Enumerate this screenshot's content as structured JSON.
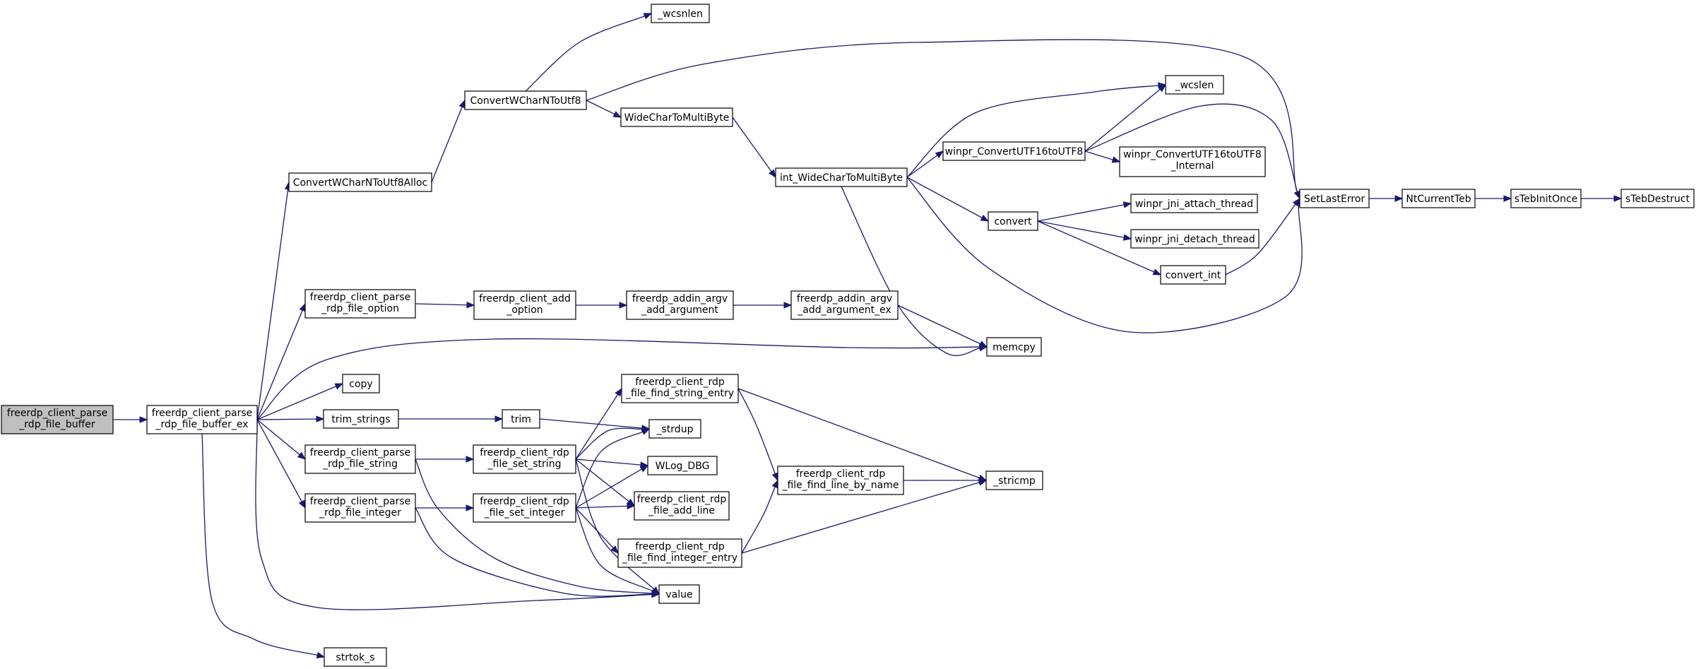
{
  "colors": {
    "edge": "#191970",
    "node_border": "#000000",
    "root_fill": "#bfbfbf",
    "node_fill": "#ffffff"
  },
  "nodes": [
    {
      "id": "root",
      "lines": [
        "freerdp_client_parse",
        "_rdp_file_buffer"
      ],
      "highlight": true
    },
    {
      "id": "ex",
      "lines": [
        "freerdp_client_parse",
        "_rdp_file_buffer_ex"
      ]
    },
    {
      "id": "cw8alloc",
      "lines": [
        "ConvertWCharNToUtf8Alloc"
      ]
    },
    {
      "id": "cw8",
      "lines": [
        "ConvertWCharNToUtf8"
      ]
    },
    {
      "id": "wcsnlen",
      "lines": [
        "_wcsnlen"
      ]
    },
    {
      "id": "wc2mb",
      "lines": [
        "WideCharToMultiByte"
      ]
    },
    {
      "id": "intwc2mb",
      "lines": [
        "int_WideCharToMultiByte"
      ]
    },
    {
      "id": "wcslen",
      "lines": [
        "_wcslen"
      ]
    },
    {
      "id": "conv16",
      "lines": [
        "winpr_ConvertUTF16toUTF8"
      ]
    },
    {
      "id": "conv16int",
      "lines": [
        "winpr_ConvertUTF16toUTF8",
        "_Internal"
      ]
    },
    {
      "id": "convert",
      "lines": [
        "convert"
      ]
    },
    {
      "id": "attach",
      "lines": [
        "winpr_jni_attach_thread"
      ]
    },
    {
      "id": "detach",
      "lines": [
        "winpr_jni_detach_thread"
      ]
    },
    {
      "id": "convint",
      "lines": [
        "convert_int"
      ]
    },
    {
      "id": "setlasterror",
      "lines": [
        "SetLastError"
      ]
    },
    {
      "id": "ntteb",
      "lines": [
        "NtCurrentTeb"
      ]
    },
    {
      "id": "stebinit",
      "lines": [
        "sTebInitOnce"
      ]
    },
    {
      "id": "stebdestruct",
      "lines": [
        "sTebDestruct"
      ]
    },
    {
      "id": "parseopt",
      "lines": [
        "freerdp_client_parse",
        "_rdp_file_option"
      ]
    },
    {
      "id": "addopt",
      "lines": [
        "freerdp_client_add",
        "_option"
      ]
    },
    {
      "id": "addarg",
      "lines": [
        "freerdp_addin_argv",
        "_add_argument"
      ]
    },
    {
      "id": "addargex",
      "lines": [
        "freerdp_addin_argv",
        "_add_argument_ex"
      ]
    },
    {
      "id": "memcpy",
      "lines": [
        "memcpy"
      ]
    },
    {
      "id": "copy",
      "lines": [
        "copy"
      ]
    },
    {
      "id": "trimstrings",
      "lines": [
        "trim_strings"
      ]
    },
    {
      "id": "trim",
      "lines": [
        "trim"
      ]
    },
    {
      "id": "strdup",
      "lines": [
        "_strdup"
      ]
    },
    {
      "id": "parsestr",
      "lines": [
        "freerdp_client_parse",
        "_rdp_file_string"
      ]
    },
    {
      "id": "setstr",
      "lines": [
        "freerdp_client_rdp",
        "_file_set_string"
      ]
    },
    {
      "id": "findstr",
      "lines": [
        "freerdp_client_rdp",
        "_file_find_string_entry"
      ]
    },
    {
      "id": "wlog",
      "lines": [
        "WLog_DBG"
      ]
    },
    {
      "id": "addline",
      "lines": [
        "freerdp_client_rdp",
        "_file_add_line"
      ]
    },
    {
      "id": "findline",
      "lines": [
        "freerdp_client_rdp",
        "_file_find_line_by_name"
      ]
    },
    {
      "id": "stricmp",
      "lines": [
        "_stricmp"
      ]
    },
    {
      "id": "parseint",
      "lines": [
        "freerdp_client_parse",
        "_rdp_file_integer"
      ]
    },
    {
      "id": "setint",
      "lines": [
        "freerdp_client_rdp",
        "_file_set_integer"
      ]
    },
    {
      "id": "findint",
      "lines": [
        "freerdp_client_rdp",
        "_file_find_integer_entry"
      ]
    },
    {
      "id": "value",
      "lines": [
        "value"
      ]
    },
    {
      "id": "strtok",
      "lines": [
        "strtok_s"
      ]
    }
  ],
  "edges": [
    [
      "root",
      "ex"
    ],
    [
      "ex",
      "cw8alloc"
    ],
    [
      "ex",
      "parseopt"
    ],
    [
      "ex",
      "memcpy"
    ],
    [
      "ex",
      "copy"
    ],
    [
      "ex",
      "trimstrings"
    ],
    [
      "ex",
      "parsestr"
    ],
    [
      "ex",
      "parseint"
    ],
    [
      "ex",
      "value"
    ],
    [
      "ex",
      "strtok"
    ],
    [
      "cw8alloc",
      "cw8"
    ],
    [
      "cw8",
      "wcsnlen"
    ],
    [
      "cw8",
      "setlasterror"
    ],
    [
      "cw8",
      "wc2mb"
    ],
    [
      "wc2mb",
      "intwc2mb"
    ],
    [
      "intwc2mb",
      "wcslen"
    ],
    [
      "intwc2mb",
      "conv16"
    ],
    [
      "intwc2mb",
      "convert"
    ],
    [
      "intwc2mb",
      "setlasterror"
    ],
    [
      "intwc2mb",
      "memcpy"
    ],
    [
      "conv16",
      "wcslen"
    ],
    [
      "conv16",
      "setlasterror"
    ],
    [
      "conv16",
      "conv16int"
    ],
    [
      "convert",
      "attach"
    ],
    [
      "convert",
      "detach"
    ],
    [
      "convert",
      "convint"
    ],
    [
      "convint",
      "setlasterror"
    ],
    [
      "setlasterror",
      "ntteb"
    ],
    [
      "ntteb",
      "stebinit"
    ],
    [
      "stebinit",
      "stebdestruct"
    ],
    [
      "parseopt",
      "addopt"
    ],
    [
      "addopt",
      "addarg"
    ],
    [
      "addarg",
      "addargex"
    ],
    [
      "addargex",
      "memcpy"
    ],
    [
      "trimstrings",
      "trim"
    ],
    [
      "trim",
      "strdup"
    ],
    [
      "parsestr",
      "setstr"
    ],
    [
      "parsestr",
      "value"
    ],
    [
      "setstr",
      "findstr"
    ],
    [
      "setstr",
      "strdup"
    ],
    [
      "setstr",
      "wlog"
    ],
    [
      "setstr",
      "addline"
    ],
    [
      "setstr",
      "value"
    ],
    [
      "findstr",
      "findline"
    ],
    [
      "findstr",
      "stricmp"
    ],
    [
      "findline",
      "stricmp"
    ],
    [
      "parseint",
      "setint"
    ],
    [
      "parseint",
      "value"
    ],
    [
      "setint",
      "strdup"
    ],
    [
      "setint",
      "wlog"
    ],
    [
      "setint",
      "addline"
    ],
    [
      "setint",
      "findint"
    ],
    [
      "setint",
      "value"
    ],
    [
      "findint",
      "findline"
    ],
    [
      "findint",
      "stricmp"
    ]
  ]
}
